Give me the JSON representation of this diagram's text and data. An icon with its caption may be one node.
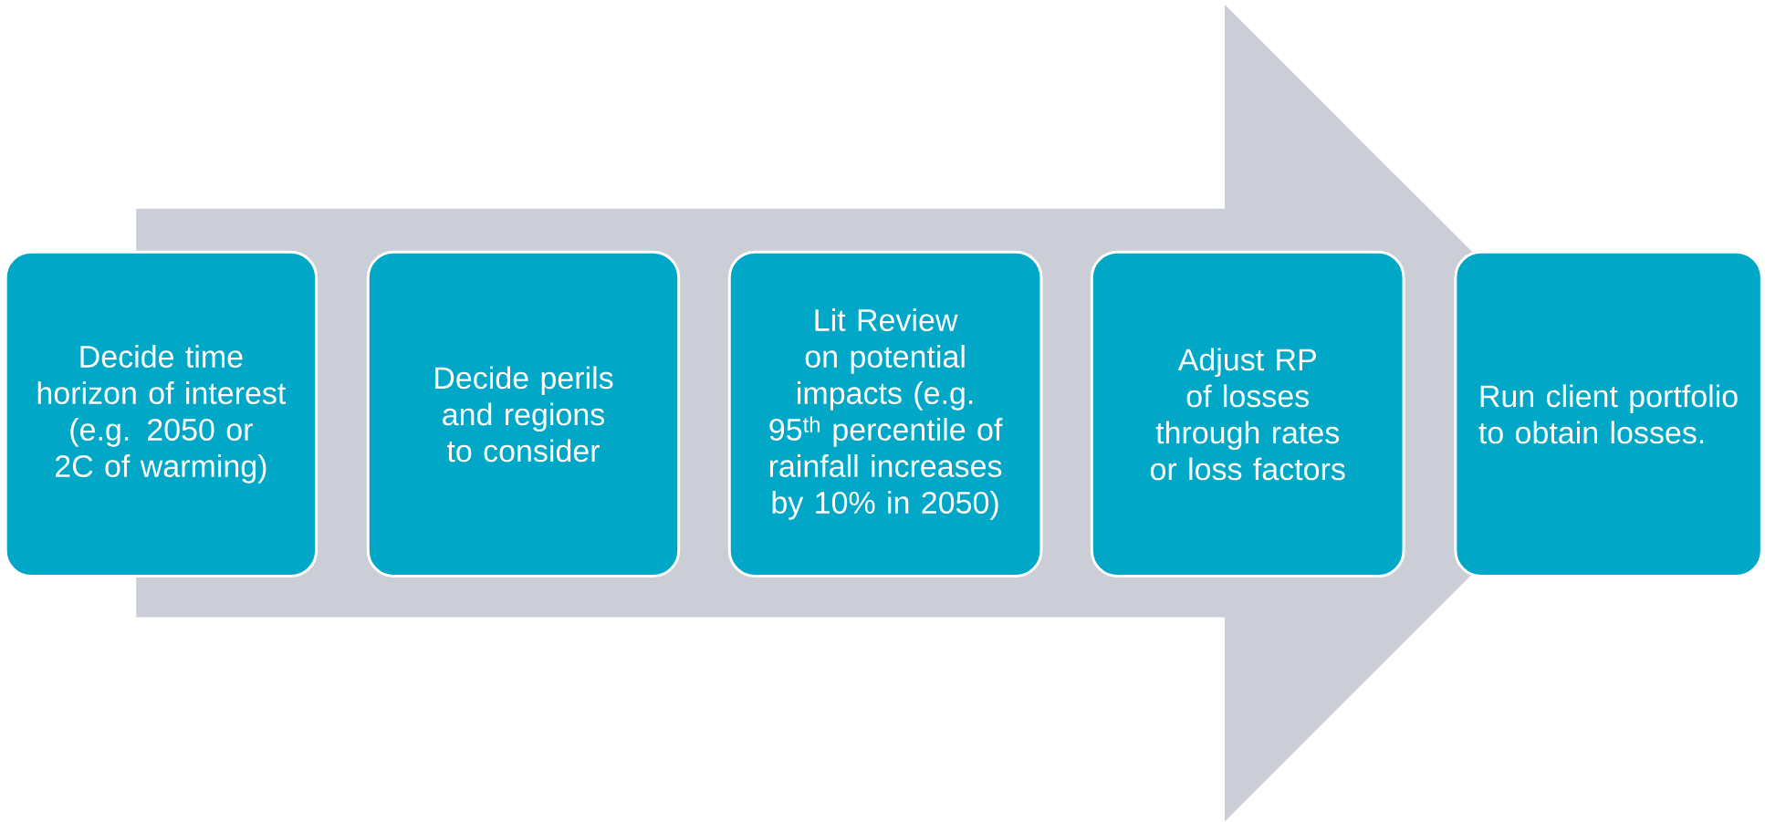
{
  "diagram": {
    "nodes": [
      {
        "text": [
          "Decide time horizon of interest (e.g. 2050 or 2C of warming)"
        ]
      },
      {
        "text": [
          "Decide perils and regions to consider"
        ]
      },
      {
        "text": [
          "Lit Review on potential impacts (e.g. 95$^{th}$ percentile of rainfall increases by 10% in 2050)"
        ]
      },
      {
        "text": [
          "Adjust RP of losses through rates or loss factors"
        ]
      },
      {
        "text": [
          "Run client portfolio to obtain losses."
        ]
      }
    ],
    "edges": [
      {
        "from": 0,
        "to": 4,
        "arrow": "to"
      }
    ]
  }
}
